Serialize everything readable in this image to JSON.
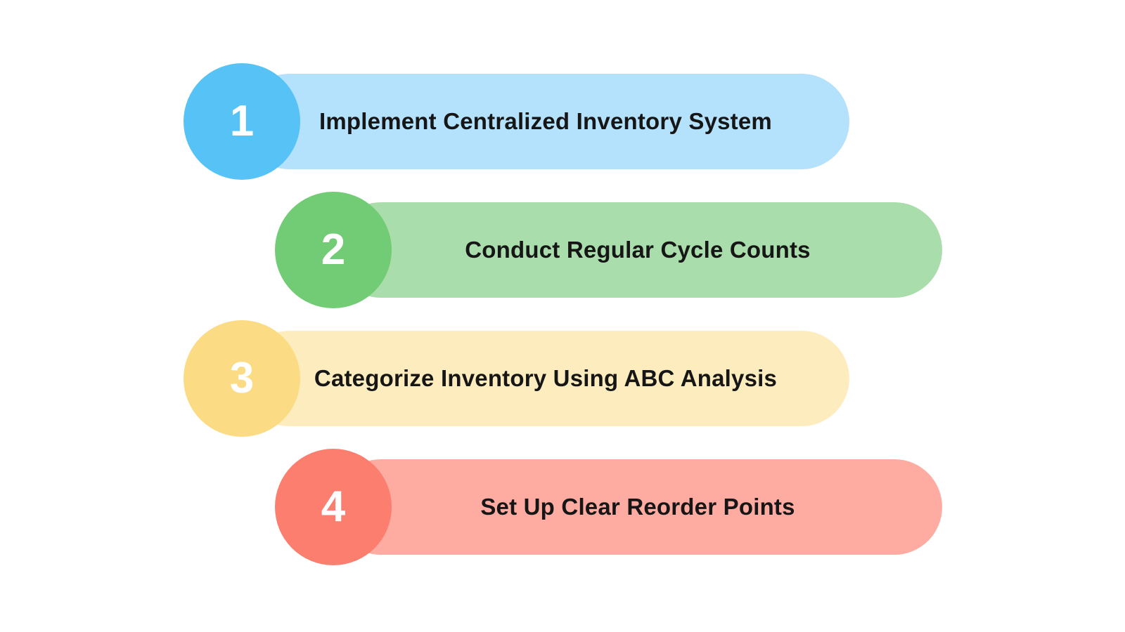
{
  "background_color": "#FFFFFF",
  "text_color": "#161616",
  "number_color": "#FFFFFF",
  "steps": [
    {
      "number": "1",
      "label": "Implement Centralized Inventory System",
      "circle_color": "#56C2F5",
      "bar_color": "#B4E1FB"
    },
    {
      "number": "2",
      "label": "Conduct Regular Cycle Counts",
      "circle_color": "#72CC75",
      "bar_color": "#AADDAC"
    },
    {
      "number": "3",
      "label": "Categorize Inventory Using ABC Analysis",
      "circle_color": "#FBDB84",
      "bar_color": "#FDEDBE"
    },
    {
      "number": "4",
      "label": "Set Up Clear Reorder Points",
      "circle_color": "#FC7E6E",
      "bar_color": "#FEABA1"
    }
  ]
}
